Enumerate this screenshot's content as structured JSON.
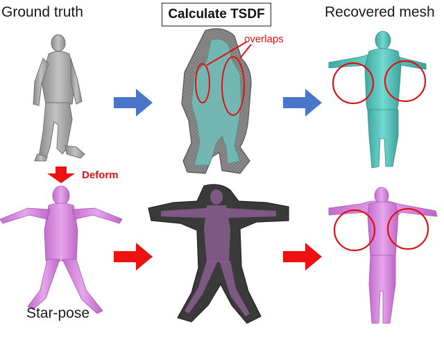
{
  "labels": {
    "ground_truth": "Ground truth",
    "calculate_tsdf": "Calculate TSDF",
    "recovered_mesh": "Recovered mesh",
    "overlaps": "overlaps",
    "deform": "Deform",
    "star_pose": "Star-pose"
  },
  "colors": {
    "ground_truth_mesh": "#a9a9a9",
    "tsdf_shell": "#7b7b7b",
    "cyan_mesh": "#5fc9c2",
    "pink_mesh": "#d98ee0",
    "blue_arrow": "#4a76c9",
    "red_arrow": "#ee1111",
    "annotation": "#e01010"
  },
  "icons": [
    "right-arrow-icon",
    "down-arrow-icon"
  ]
}
